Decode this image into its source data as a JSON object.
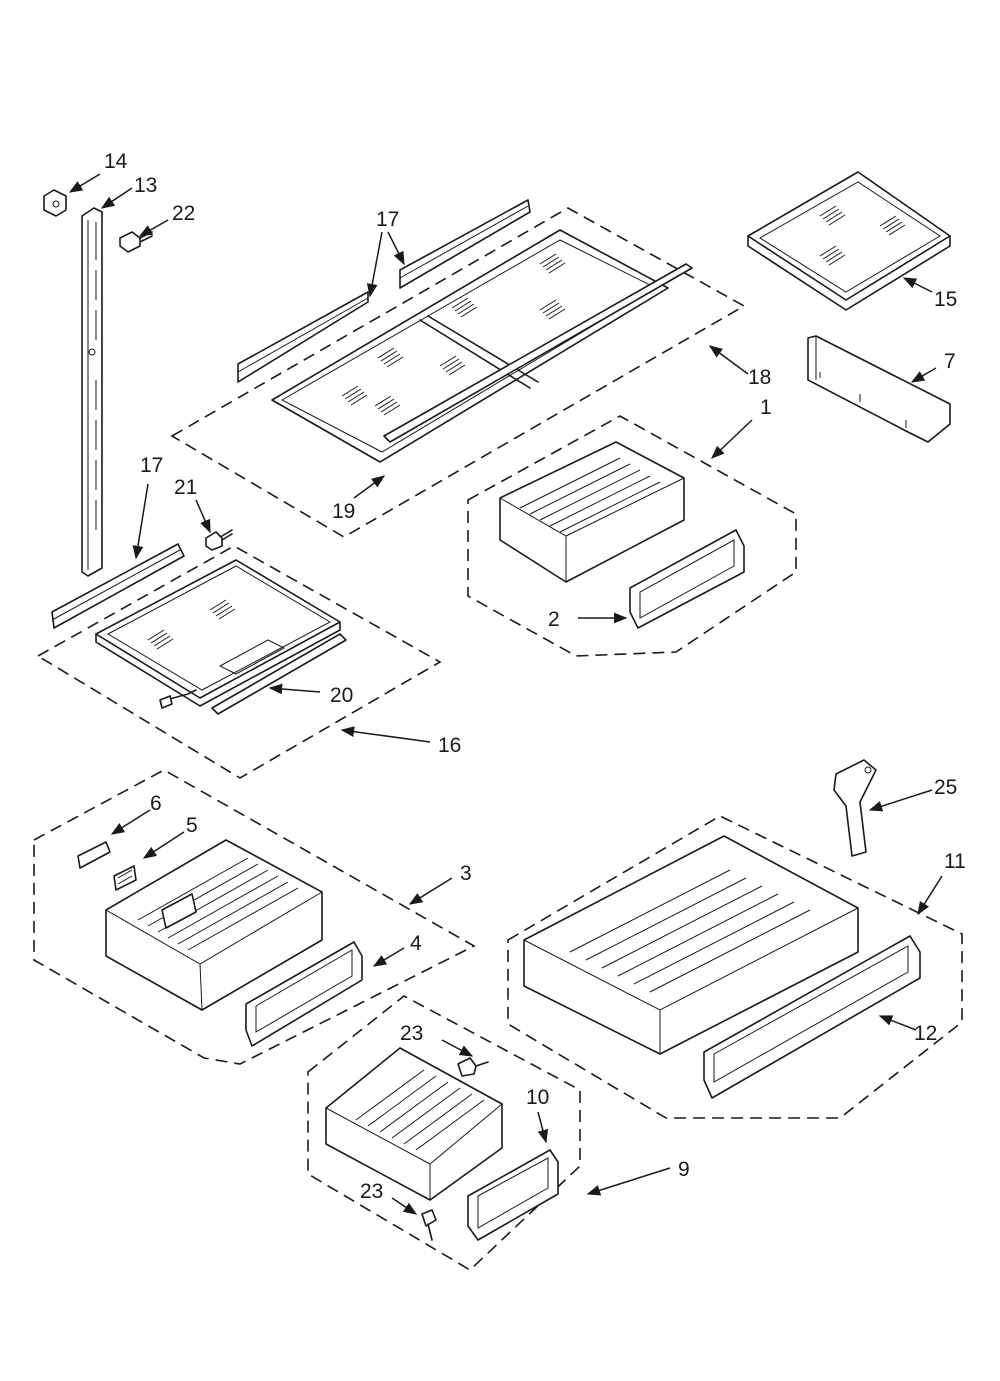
{
  "callouts": {
    "c1": "1",
    "c2": "2",
    "c3": "3",
    "c4": "4",
    "c5": "5",
    "c6": "6",
    "c7": "7",
    "c9": "9",
    "c10": "10",
    "c11": "11",
    "c12": "12",
    "c13": "13",
    "c14": "14",
    "c15": "15",
    "c16": "16",
    "c17a": "17",
    "c17b": "17",
    "c18": "18",
    "c19": "19",
    "c20": "20",
    "c21": "21",
    "c22": "22",
    "c23a": "23",
    "c23b": "23",
    "c25": "25"
  },
  "colors": {
    "line": "#1a1a1a",
    "background": "#ffffff"
  }
}
